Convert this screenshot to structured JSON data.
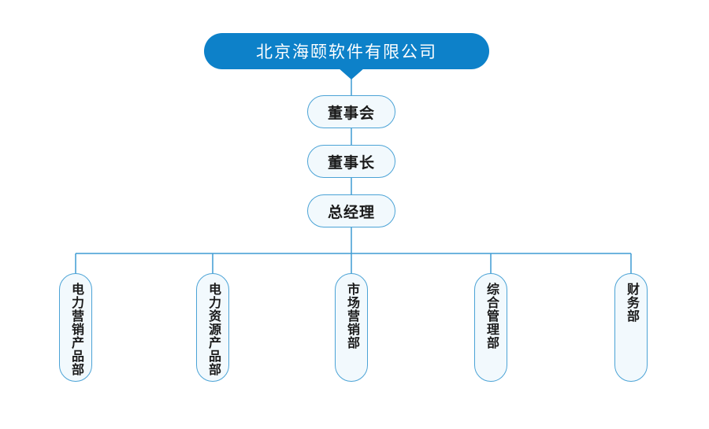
{
  "org": {
    "company": "北京海颐软件有限公司",
    "chain": [
      "董事会",
      "董事长",
      "总经理"
    ],
    "departments": [
      "电力营销产品部",
      "电力资源产品部",
      "市场营销部",
      "综合管理部",
      "财务部"
    ]
  },
  "colors": {
    "primary": "#0D81C9",
    "line": "#3F9CD3",
    "node_border": "#4BA3D6",
    "node_fill": "#F2F9FD",
    "text": "#1A1A1A",
    "title_text": "#FFFFFF"
  }
}
